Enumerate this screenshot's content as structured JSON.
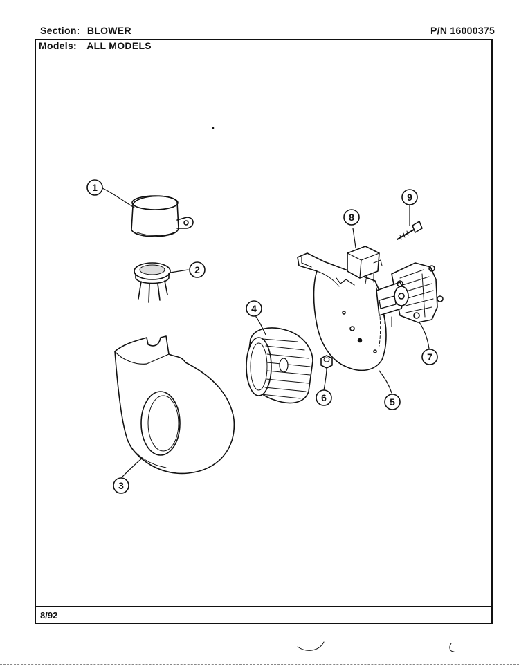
{
  "header": {
    "section_label": "Section:",
    "section_value": "BLOWER",
    "part_number": "P/N 16000375",
    "models_label": "Models:",
    "models_value": "ALL MODELS"
  },
  "footer": {
    "date": "8/92"
  },
  "callouts": [
    "1",
    "2",
    "3",
    "4",
    "5",
    "6",
    "7",
    "8",
    "9"
  ]
}
